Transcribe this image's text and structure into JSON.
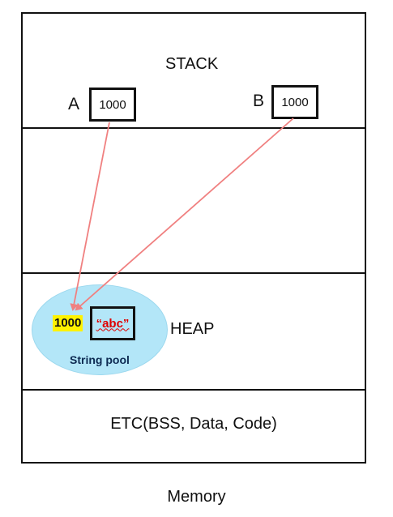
{
  "stack": {
    "label": "STACK",
    "var_a": {
      "name": "A",
      "value": "1000"
    },
    "var_b": {
      "name": "B",
      "value": "1000"
    }
  },
  "heap": {
    "label": "HEAP",
    "string_pool": {
      "label": "String pool",
      "address": "1000",
      "value": "“abc”"
    }
  },
  "etc": {
    "label": "ETC(BSS, Data, Code)"
  },
  "caption": "Memory",
  "colors": {
    "arrow": "#f08080",
    "pool_fill": "#b3e6f8",
    "address_highlight": "#fff200",
    "string_text": "#e00000",
    "pool_label": "#0d2a52"
  }
}
